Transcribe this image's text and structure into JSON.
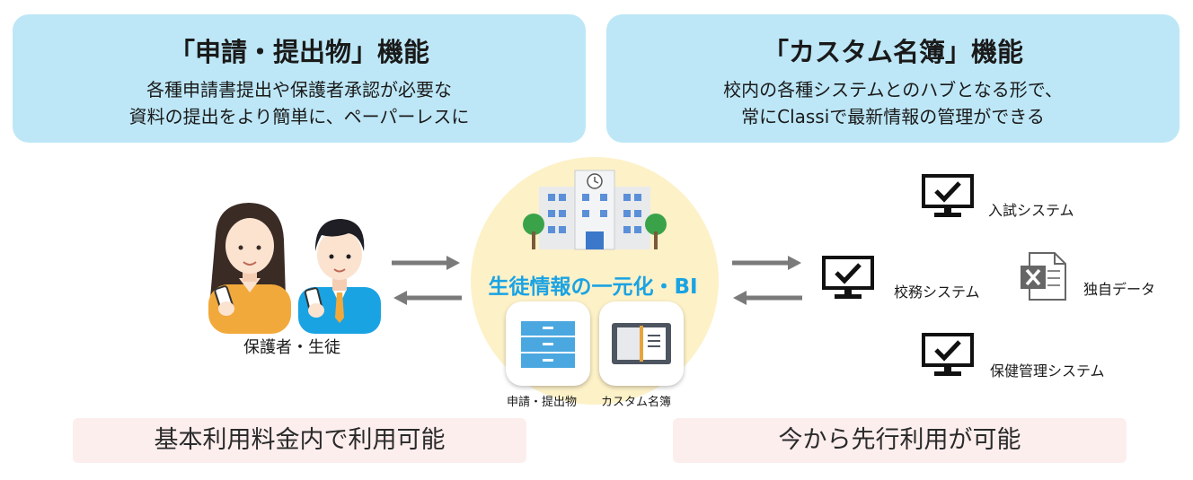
{
  "features": [
    {
      "title": "「申請・提出物」機能",
      "line1": "各種申請書提出や保護者承認が必要な",
      "line2": "資料の提出をより簡単に、ペーパーレスに"
    },
    {
      "title": "「カスタム名簿」機能",
      "line1": "校内の各種システムとのハブとなる形で、",
      "line2": "常にClassiで最新情報の管理ができる"
    }
  ],
  "people_label": "保護者・生徒",
  "center_title": "生徒情報の一元化・BI",
  "tiles": [
    "申請・提出物",
    "カスタム名簿"
  ],
  "systems": {
    "entrance": "入試システム",
    "school_affairs": "校務システム",
    "original_data": "独自データ",
    "health": "保健管理システム"
  },
  "bottom": {
    "left": "基本利用料金内で利用可能",
    "right": "今から先行利用が可能"
  },
  "colors": {
    "feature_bg": "#bde7f7",
    "pill_bg": "#fdeeee",
    "accent": "#1aa3e3",
    "hub_circle": "#fdf1c8",
    "arrow": "#7a7a7a"
  },
  "icons": [
    "school-building-icon",
    "cabinet-icon",
    "binder-icon",
    "monitor-check-icon",
    "excel-file-icon"
  ]
}
